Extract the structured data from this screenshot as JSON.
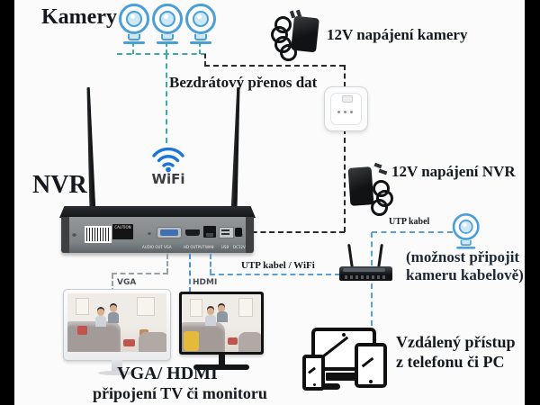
{
  "labels": {
    "kamery": "Kamery",
    "power_camera": "12V napájení kamery",
    "wireless": "Bezdrátový přenos dat",
    "wifi": "WiFi",
    "nvr": "NVR",
    "power_nvr": "12V napájení NVR",
    "utp_kabel": "UTP kabel",
    "wired_note_line1": "(možnost připojit",
    "wired_note_line2": "kameru kabelově)",
    "utp_wifi": "UTP kabel / WiFi",
    "vga": "VGA",
    "hdmi": "HDMI",
    "bottom_title": "VGA/ HDMI",
    "bottom_subtitle": "připojení TV či monitoru",
    "remote_line1": "Vzdálený přístup",
    "remote_line2": "z telefonu či PC"
  },
  "nvr_panel": {
    "caution": "CAUTION",
    "ports": [
      "AUDIO OUT",
      "VGA",
      "HD OUTPUT",
      "WAN",
      "USB",
      "DC12V"
    ]
  },
  "colors": {
    "camera_blue": "#4a9fd8",
    "wifi_blue": "#1b74d8",
    "teal_line": "#3fa8a8",
    "power_line": "#2a2a2a",
    "vga_line": "#96a2ab",
    "hdmi_line": "#4a90d9",
    "utp_line": "#5b9fd0",
    "heading_dark": "#14191f",
    "note_navy": "#1d2736",
    "wifi_text": "#3a3f44",
    "port_label_gray": "#4a4f57"
  }
}
